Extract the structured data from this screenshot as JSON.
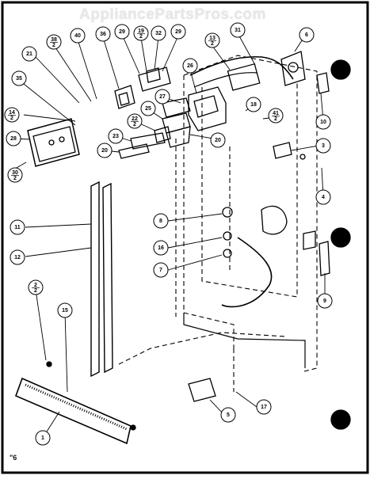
{
  "watermark": "AppliancePartsPros.com",
  "figure_code": "\"6",
  "accent": "#000000",
  "callouts": {
    "c21": "21",
    "c38": "38",
    "c38b": "2",
    "c40": "40",
    "c36": "36",
    "c29a": "29",
    "c19": "19",
    "c19b": "2",
    "c32": "32",
    "c29b": "29",
    "c13": "13",
    "c13b": "2",
    "c31": "31",
    "c6": "6",
    "c35": "35",
    "c26": "26",
    "c18": "18",
    "c41": "41",
    "c41b": "2",
    "c10": "10",
    "c14": "14",
    "c14b": "2",
    "c27": "27",
    "c25": "25",
    "c22": "22",
    "c22b": "2",
    "c28": "28",
    "c23": "23",
    "c20a": "20",
    "c20b": "20",
    "c3": "3",
    "c30": "30",
    "c30b": "2",
    "c4": "4",
    "c8": "8",
    "c11": "11",
    "c16": "16",
    "c12": "12",
    "c7": "7",
    "c9": "9",
    "c2": "2",
    "c2b": "2",
    "c15": "15",
    "c5": "5",
    "c17": "17",
    "c1": "1"
  }
}
